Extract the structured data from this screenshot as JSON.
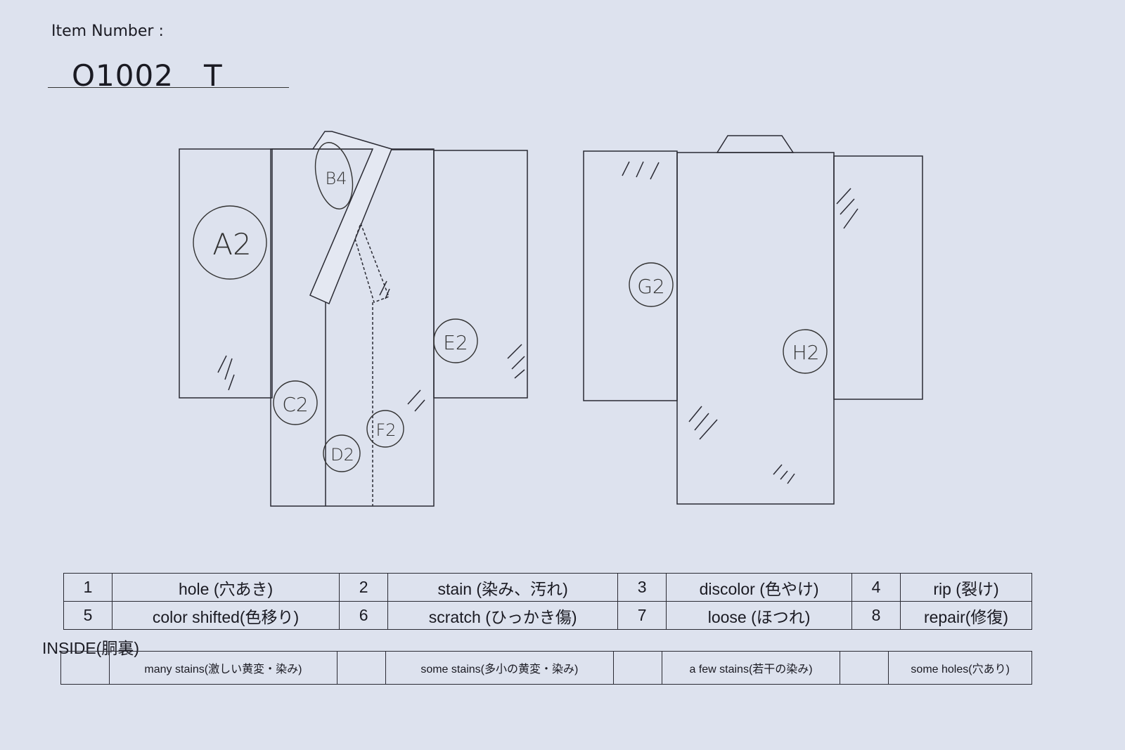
{
  "header": {
    "item_number_label": "Item Number :",
    "item_number": "O1002　T"
  },
  "front_marks": [
    "A2",
    "B4",
    "C2",
    "D2",
    "E2",
    "F2"
  ],
  "back_marks": [
    "G2",
    "H2"
  ],
  "legend": [
    [
      {
        "num": "1",
        "label": "hole (穴あき)"
      },
      {
        "num": "2",
        "label": "stain (染み、汚れ)"
      },
      {
        "num": "3",
        "label": "discolor (色やけ)"
      },
      {
        "num": "4",
        "label": "rip (裂け)"
      }
    ],
    [
      {
        "num": "5",
        "label": "color shifted(色移り)"
      },
      {
        "num": "6",
        "label": "scratch (ひっかき傷)"
      },
      {
        "num": "7",
        "label": "loose (ほつれ)"
      },
      {
        "num": "8",
        "label": "repair(修復)"
      }
    ]
  ],
  "inside": {
    "title": "INSIDE(胴裏)",
    "options": [
      "many stains(激しい黄変・染み)",
      "some stains(多小の黄変・染み)",
      "a few stains(若干の染み)",
      "some holes(穴あり)"
    ]
  }
}
